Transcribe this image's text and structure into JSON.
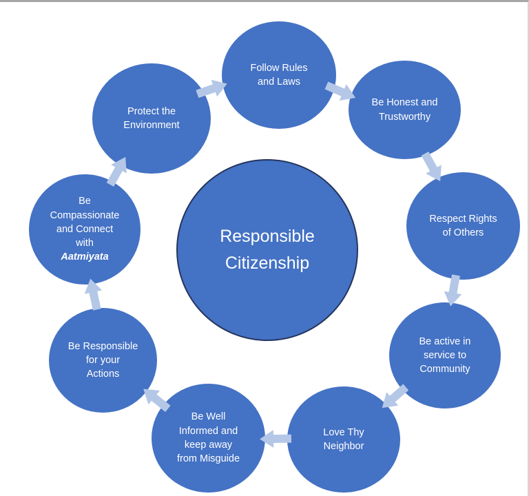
{
  "diagram": {
    "title": "Responsible Citizenship cycle diagram",
    "flow_direction": "clockwise",
    "colors": {
      "node_fill": "#4472C4",
      "arrow_fill": "#B4C7E7",
      "text": "#FFFFFF",
      "center_border": "#24355E"
    },
    "center": {
      "label": "Responsible\nCitizenship"
    },
    "nodes": [
      {
        "id": "follow-rules",
        "label": "Follow Rules\nand Laws"
      },
      {
        "id": "be-honest",
        "label": "Be Honest and\nTrustworthy"
      },
      {
        "id": "respect-rights",
        "label": "Respect Rights\nof Others"
      },
      {
        "id": "active-service",
        "label": "Be active in\nservice to\nCommunity"
      },
      {
        "id": "love-thy-neighbor",
        "label": "Love Thy\nNeighbor"
      },
      {
        "id": "well-informed",
        "label": "Be Well\nInformed and\nkeep away\nfrom Misguide"
      },
      {
        "id": "responsible-actions",
        "label": "Be Responsible\nfor your\nActions"
      },
      {
        "id": "compassionate",
        "label": "Be\nCompassionate\nand Connect\nwith",
        "emphasis": "Aatmiyata"
      },
      {
        "id": "protect-environment",
        "label": "Protect the\nEnvironment"
      }
    ]
  }
}
